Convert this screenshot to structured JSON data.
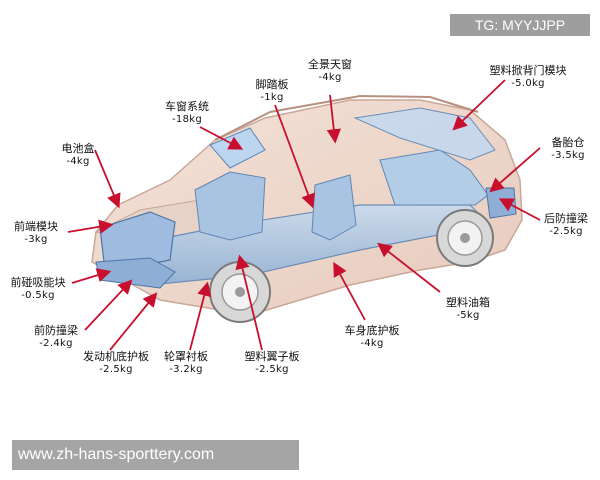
{
  "watermark_top": "TG: MYYJJPP",
  "watermark_bottom": "www.zh-hans-sporttery.com",
  "parts": [
    {
      "name": "全景天窗",
      "weight": "-4kg"
    },
    {
      "name": "塑料掀背门模块",
      "weight": "-5.0kg"
    },
    {
      "name": "脚踏板",
      "weight": "-1kg"
    },
    {
      "name": "车窗系统",
      "weight": "-18kg"
    },
    {
      "name": "电池盒",
      "weight": "-4kg"
    },
    {
      "name": "备胎仓",
      "weight": "-3.5kg"
    },
    {
      "name": "前端模块",
      "weight": "-3kg"
    },
    {
      "name": "后防撞梁",
      "weight": "-2.5kg"
    },
    {
      "name": "前碰吸能块",
      "weight": "-0.5kg"
    },
    {
      "name": "前防撞梁",
      "weight": "-2.4kg"
    },
    {
      "name": "塑料油箱",
      "weight": "-5kg"
    },
    {
      "name": "车身底护板",
      "weight": "-4kg"
    },
    {
      "name": "发动机底护板",
      "weight": "-2.5kg"
    },
    {
      "name": "轮罩衬板",
      "weight": "-3.2kg"
    },
    {
      "name": "塑料翼子板",
      "weight": "-2.5kg"
    }
  ]
}
